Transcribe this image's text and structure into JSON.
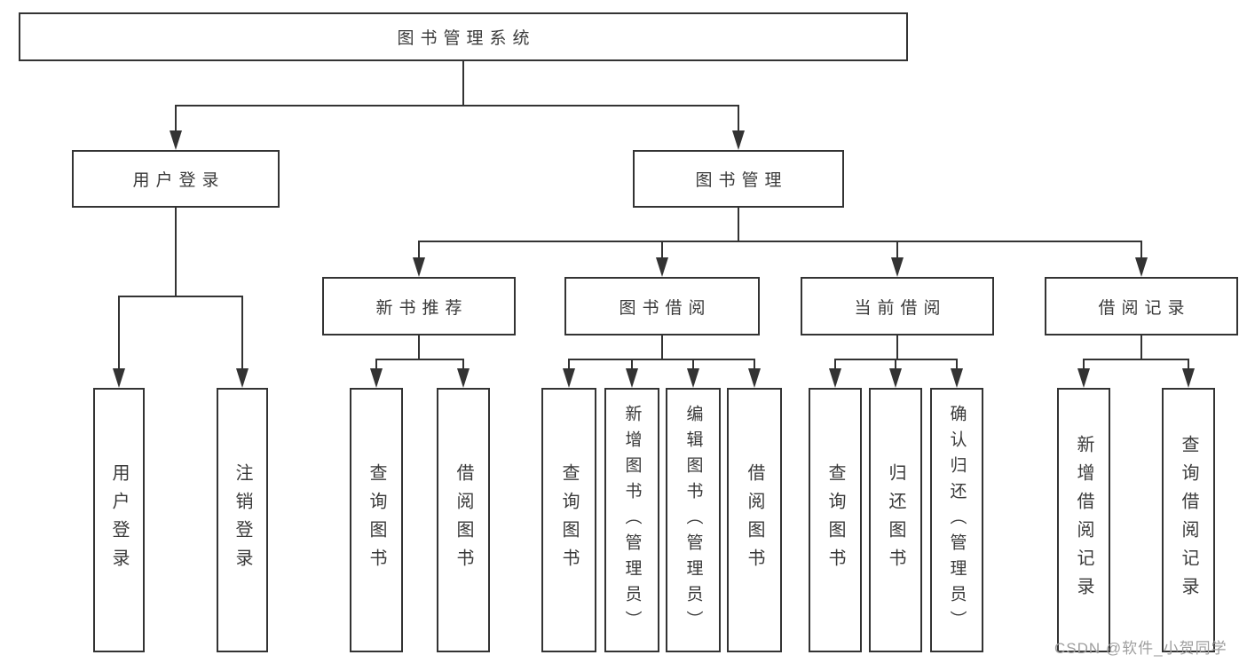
{
  "diagram": {
    "root": {
      "label": "图书管理系统"
    },
    "level2": [
      {
        "label": "用户登录"
      },
      {
        "label": "图书管理"
      }
    ],
    "level3": [
      {
        "label": "新书推荐"
      },
      {
        "label": "图书借阅"
      },
      {
        "label": "当前借阅"
      },
      {
        "label": "借阅记录"
      }
    ],
    "leaves": [
      {
        "label": "用户登录"
      },
      {
        "label": "注销登录"
      },
      {
        "label": "查询图书"
      },
      {
        "label": "借阅图书"
      },
      {
        "label": "查询图书"
      },
      {
        "label": "新增图书（管理员）"
      },
      {
        "label": "编辑图书（管理员）"
      },
      {
        "label": "借阅图书"
      },
      {
        "label": "查询图书"
      },
      {
        "label": "归还图书"
      },
      {
        "label": "确认归还（管理员）"
      },
      {
        "label": "新增借阅记录"
      },
      {
        "label": "查询借阅记录"
      }
    ],
    "colors": {
      "line": "#333333",
      "text": "#3a3a3a",
      "box_background": "#ffffff",
      "page_background": "#ffffff",
      "watermark": "#9e9e9e"
    }
  },
  "watermark": {
    "text": "CSDN @软件_小贺同学"
  }
}
